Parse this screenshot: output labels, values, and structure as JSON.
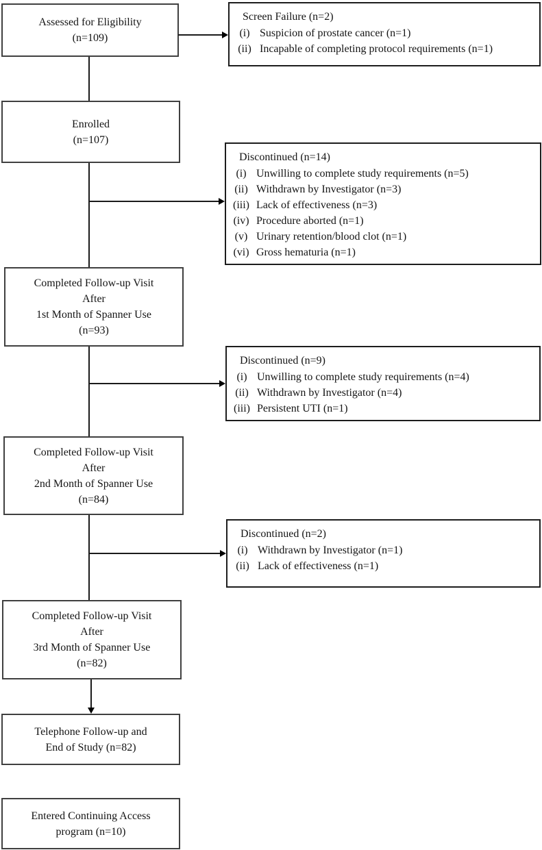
{
  "flowchart": {
    "main_boxes": [
      {
        "name": "assessed-eligibility",
        "lines": [
          "Assessed for Eligibility",
          "(n=109)"
        ]
      },
      {
        "name": "enrolled",
        "lines": [
          "Enrolled",
          "(n=107)"
        ]
      },
      {
        "name": "month-1-followup",
        "lines": [
          "Completed Follow-up Visit",
          "After",
          "1st Month of Spanner Use",
          "(n=93)"
        ]
      },
      {
        "name": "month-2-followup",
        "lines": [
          "Completed Follow-up Visit",
          "After",
          "2nd Month of Spanner Use",
          "(n=84)"
        ]
      },
      {
        "name": "month-3-followup",
        "lines": [
          "Completed Follow-up Visit",
          "After",
          "3rd Month of Spanner Use",
          "(n=82)"
        ]
      },
      {
        "name": "telephone-end-of-study",
        "lines": [
          "Telephone Follow-up and",
          "End of Study (n=82)"
        ]
      },
      {
        "name": "continuing-access",
        "lines": [
          "Entered Continuing Access",
          "program (n=10)"
        ]
      }
    ],
    "side_boxes": [
      {
        "name": "screen-failure",
        "title": "Screen Failure (n=2)",
        "items": [
          {
            "num": "(i)",
            "text": "Suspicion of prostate cancer (n=1)"
          },
          {
            "num": "(ii)",
            "text": "Incapable of completing protocol requirements (n=1)"
          }
        ]
      },
      {
        "name": "discontinued-after-enrollment",
        "title": "Discontinued (n=14)",
        "items": [
          {
            "num": "(i)",
            "text": "Unwilling to complete study requirements (n=5)"
          },
          {
            "num": "(ii)",
            "text": "Withdrawn by Investigator (n=3)"
          },
          {
            "num": "(iii)",
            "text": "Lack of effectiveness (n=3)"
          },
          {
            "num": "(iv)",
            "text": "Procedure aborted (n=1)"
          },
          {
            "num": "(v)",
            "text": "Urinary retention/blood clot (n=1)"
          },
          {
            "num": "(vi)",
            "text": "Gross hematuria (n=1)"
          }
        ]
      },
      {
        "name": "discontinued-after-month-1",
        "title": "Discontinued (n=9)",
        "items": [
          {
            "num": "(i)",
            "text": "Unwilling to complete study requirements (n=4)"
          },
          {
            "num": "(ii)",
            "text": "Withdrawn by Investigator (n=4)"
          },
          {
            "num": "(iii)",
            "text": "Persistent UTI (n=1)"
          }
        ]
      },
      {
        "name": "discontinued-after-month-2",
        "title": "Discontinued (n=2)",
        "items": [
          {
            "num": "(i)",
            "text": "Withdrawn by Investigator (n=1)"
          },
          {
            "num": "(ii)",
            "text": "Lack of effectiveness (n=1)"
          }
        ]
      }
    ],
    "colors": {
      "background": "#ffffff",
      "main_box_border": "#3f3f3f",
      "side_box_border": "#1c1c1c",
      "line": "#1a1a1a",
      "text": "#141414"
    }
  }
}
